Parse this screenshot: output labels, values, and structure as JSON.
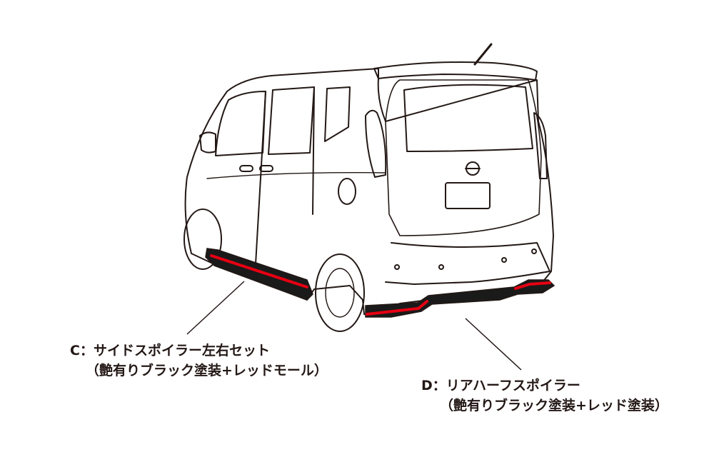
{
  "callouts": {
    "side_spoiler": {
      "title": "C：サイドスポイラー左右セット",
      "subtitle": "（艶有りブラック塗装+レッドモール）"
    },
    "rear_spoiler": {
      "title": "D：リアハーフスポイラー",
      "subtitle": "（艶有りブラック塗装+レッド塗装）"
    }
  },
  "colors": {
    "outline": "#231815",
    "part_black": "#1a1a1a",
    "accent_red": "#e60012",
    "background": "#ffffff"
  }
}
